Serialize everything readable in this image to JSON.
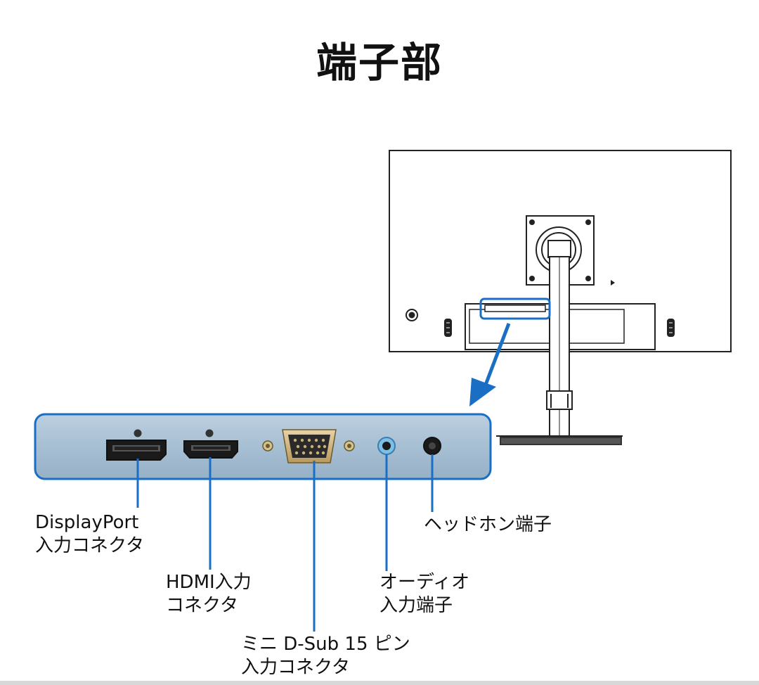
{
  "title": "端子部",
  "labels": {
    "displayport": {
      "line1": "DisplayPort",
      "line2": "入力コネクタ"
    },
    "hdmi": {
      "line1": "HDMI入力",
      "line2": "コネクタ"
    },
    "dsub": {
      "line1": "ミニ D-Sub 15 ピン",
      "line2": "入力コネクタ"
    },
    "audio": {
      "line1": "オーディオ",
      "line2": "入力端子"
    },
    "headphone": {
      "line1": "ヘッドホン端子"
    }
  },
  "colors": {
    "accent": "#1a6fc4",
    "panel_fill": "#a7bfd3",
    "highlight": "#5b9bd5"
  }
}
